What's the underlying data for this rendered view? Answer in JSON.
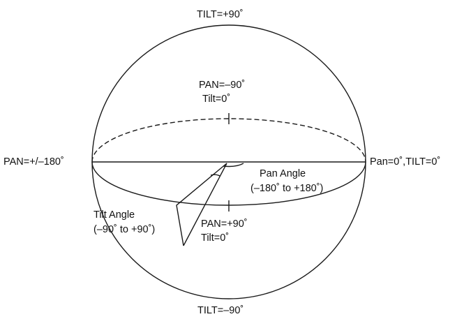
{
  "diagram": {
    "labels": {
      "tilt_top": "TILT=+90˚",
      "tilt_bottom": "TILT=–90˚",
      "pan_left": "PAN=+/–180˚",
      "pan_right": "Pan=0˚,TILT=0˚",
      "pan_minus90": "PAN=–90˚",
      "tilt0_back": "Tilt=0˚",
      "pan_plus90": "PAN=+90˚",
      "tilt0_front": "Tilt=0˚",
      "pan_angle": "Pan Angle",
      "pan_range": "(–180˚ to +180˚)",
      "tilt_angle": "Tilt Angle",
      "tilt_range": "(–90˚ to +90˚)"
    },
    "colors": {
      "stroke": "#1a1a1a",
      "text": "#111111"
    }
  }
}
